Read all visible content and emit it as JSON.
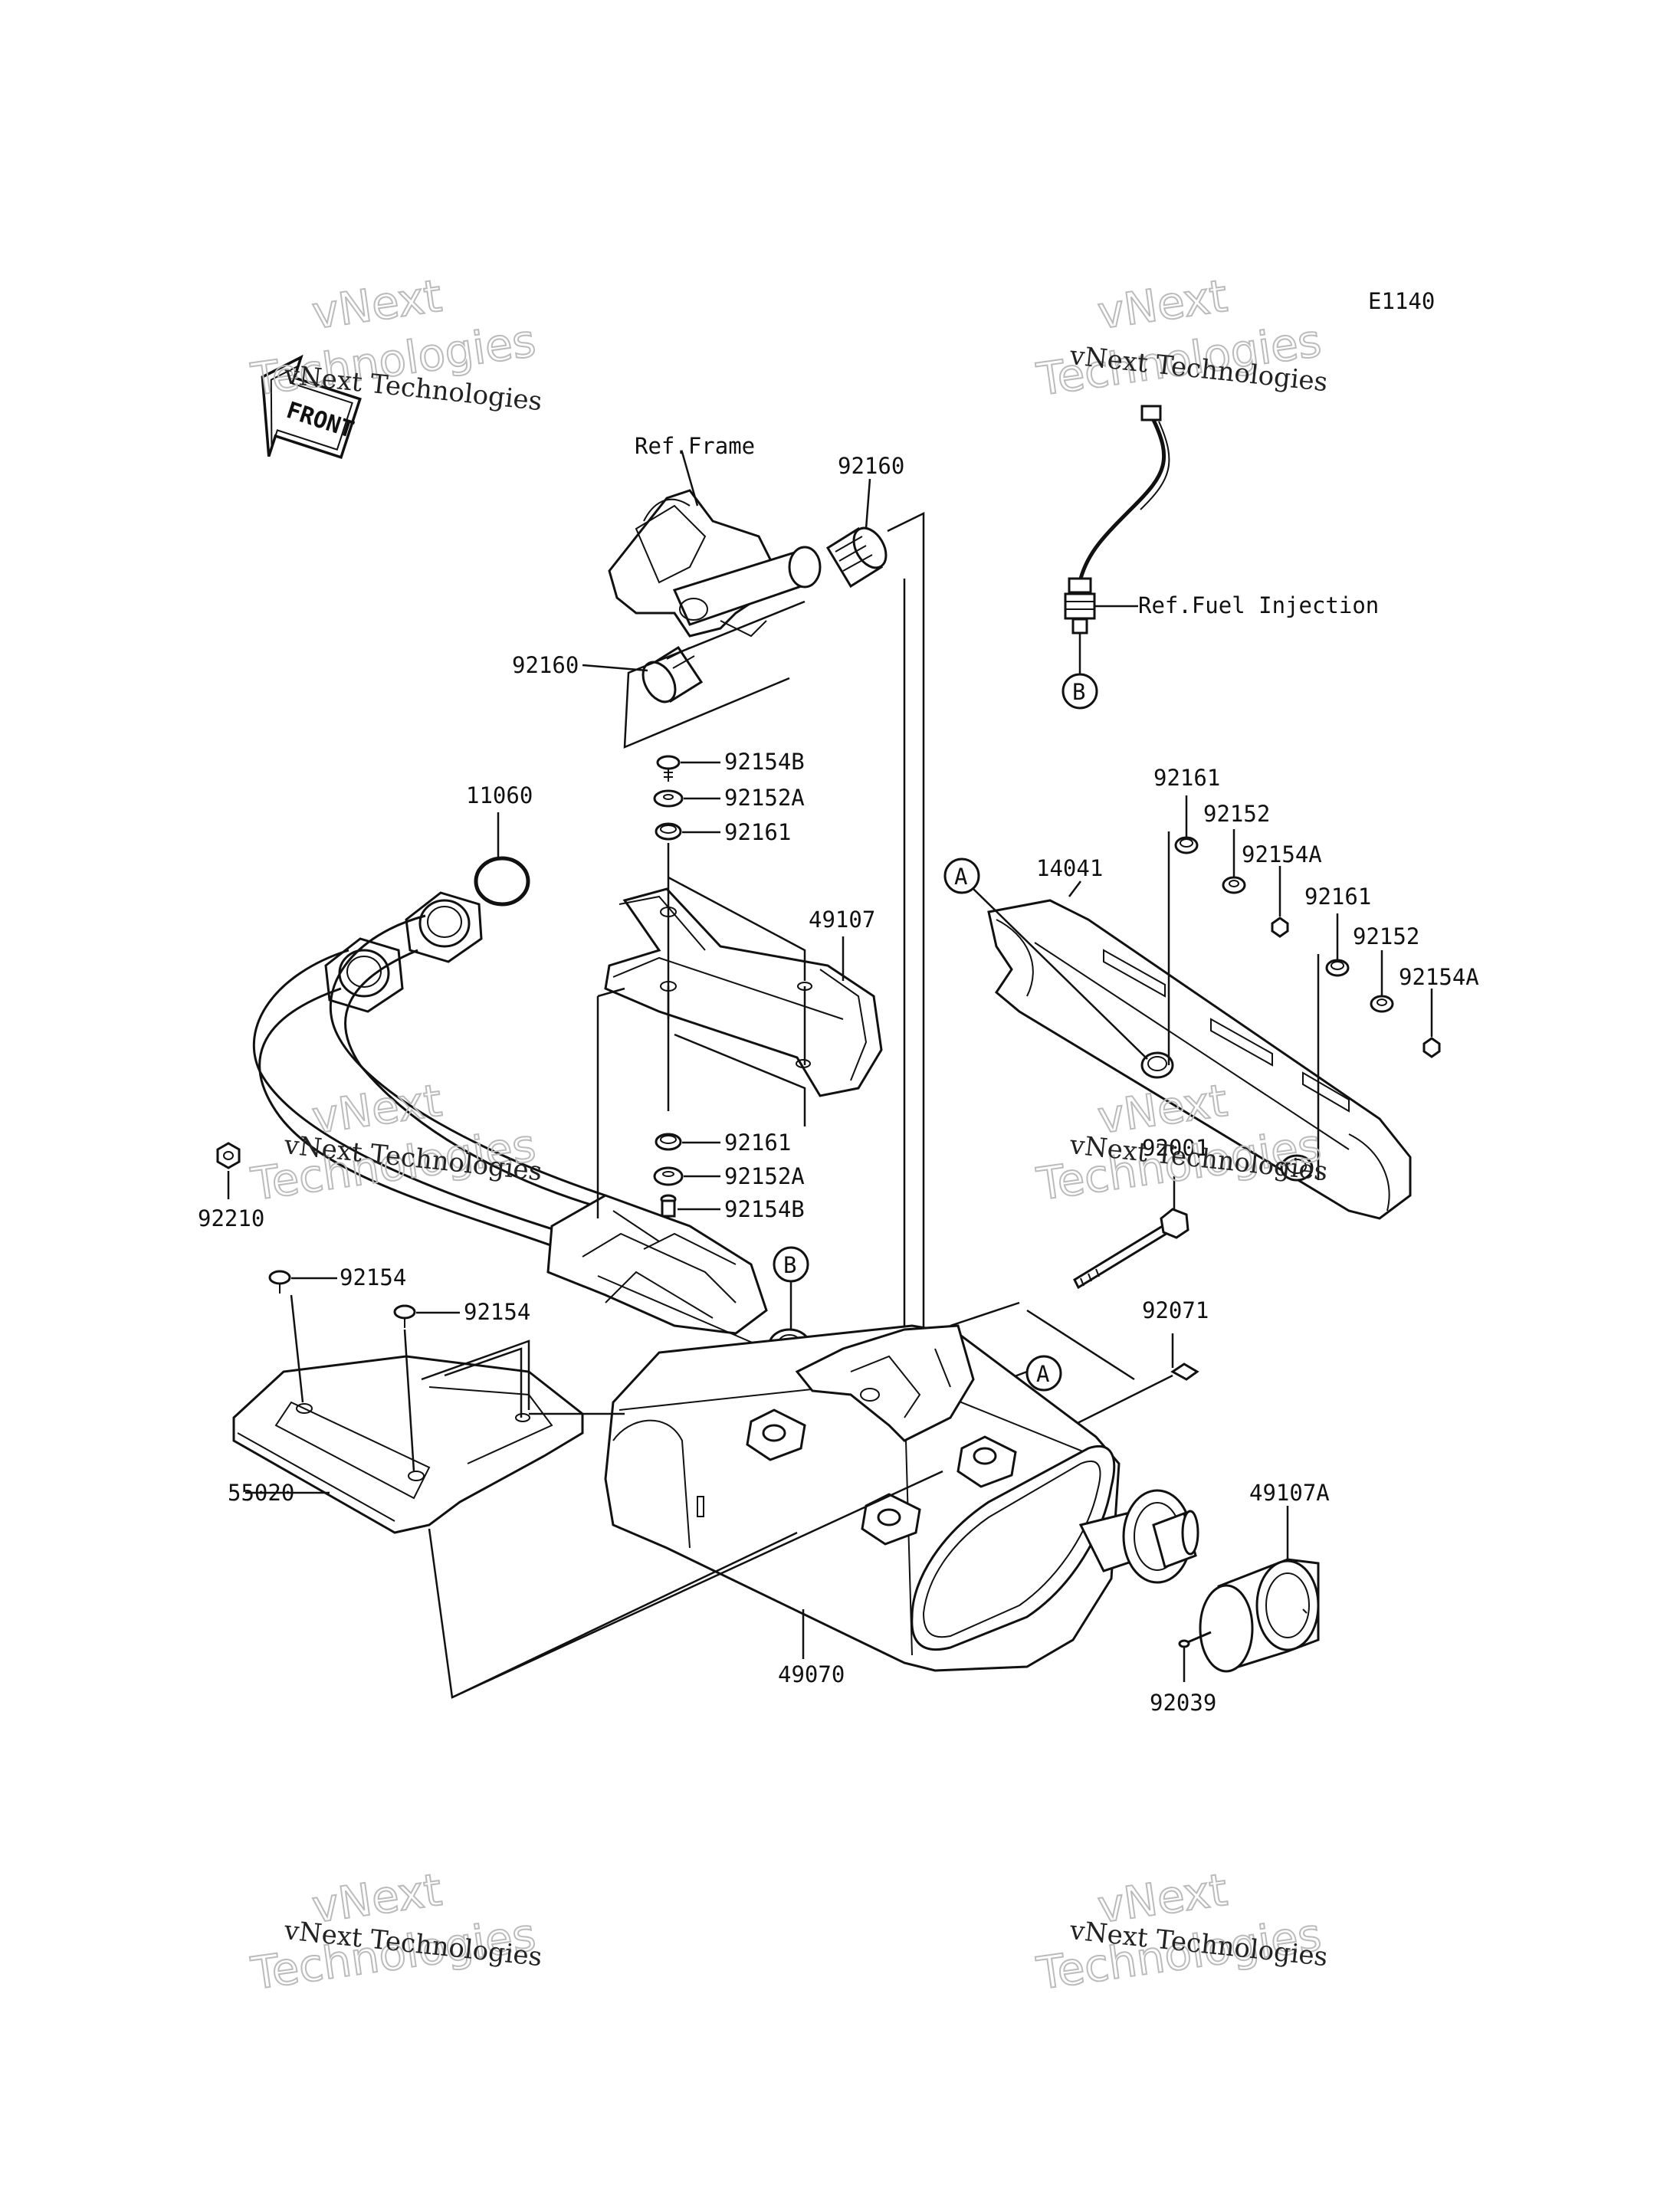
{
  "diagram_code": "E1140",
  "front_label": "FRONT",
  "refs": {
    "frame": "Ref.Frame",
    "fuel_injection": "Ref.Fuel Injection"
  },
  "markers": {
    "a": "A",
    "b": "B"
  },
  "part_numbers": {
    "p92160_top": "92160",
    "p92160_left": "92160",
    "p11060": "11060",
    "p92154B_top": "92154B",
    "p92152A_top": "92152A",
    "p92161_top": "92161",
    "p49107": "49107",
    "p92161_mid": "92161",
    "p92152A_mid": "92152A",
    "p92154B_mid": "92154B",
    "p92210": "92210",
    "p14041": "14041",
    "p92161_r1": "92161",
    "p92152_r1": "92152",
    "p92154A_r1": "92154A",
    "p92161_r2": "92161",
    "p92152_r2": "92152",
    "p92154A_r2": "92154A",
    "p92001": "92001",
    "p92071": "92071",
    "p92154_a": "92154",
    "p92154_b": "92154",
    "p55020": "55020",
    "p49070": "49070",
    "p49107A": "49107A",
    "p92039": "92039"
  },
  "watermark": {
    "line1": "vNext Technologies",
    "line2": "vNext",
    "line3": "Technologies"
  }
}
